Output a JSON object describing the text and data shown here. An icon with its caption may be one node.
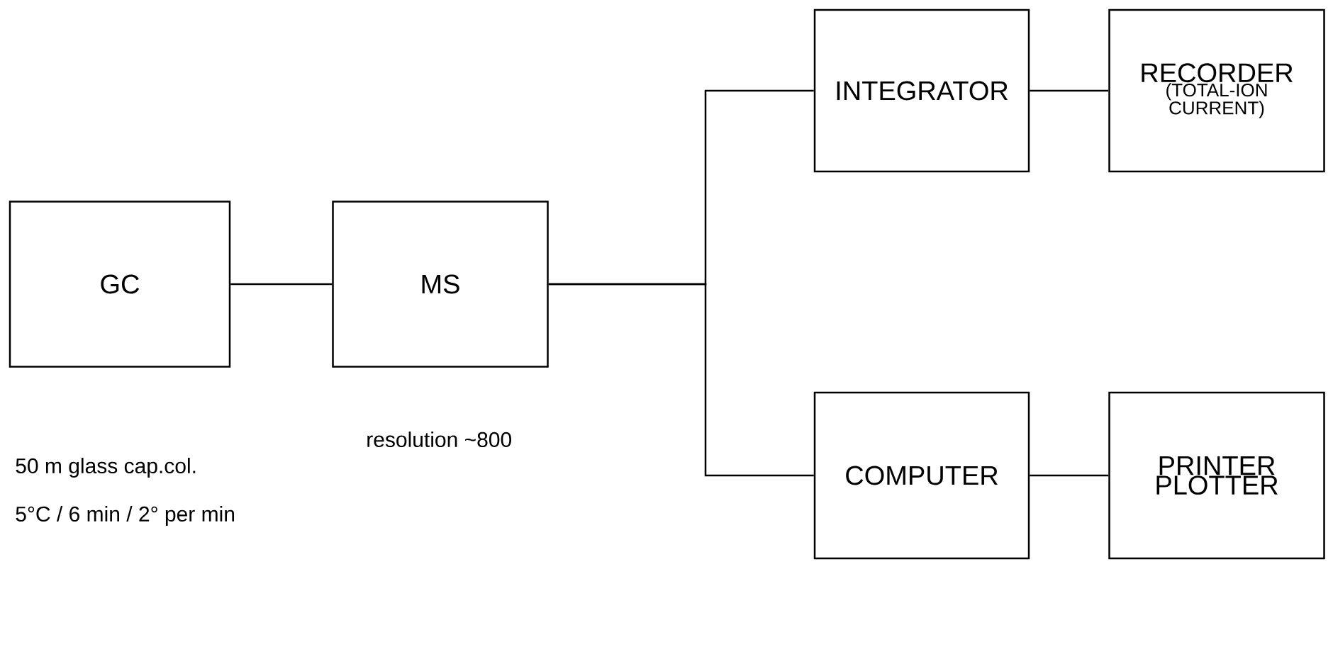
{
  "diagram": {
    "nodes": [
      {
        "text": [
          "GC"
        ],
        "beside": [
          "50 m glass cap.col.",
          "5°C / 6 min / 2° per min"
        ]
      },
      {
        "text": [
          "MS"
        ],
        "beside": [
          "resolution ~800"
        ]
      },
      {
        "text": [
          "INTEGRATOR"
        ]
      },
      {
        "text": [
          "RECORDER",
          "(TOTAL-ION CURRENT)"
        ]
      },
      {
        "text": [
          "COMPUTER"
        ]
      },
      {
        "text": [
          "PRINTER PLOTTER"
        ]
      }
    ],
    "edges": [
      {
        "from": 0,
        "to": 1,
        "arrow": "none"
      },
      {
        "from": 1,
        "to": 2,
        "arrow": "none"
      },
      {
        "from": 1,
        "to": 4,
        "arrow": "none"
      },
      {
        "from": 2,
        "to": 3,
        "arrow": "none"
      },
      {
        "from": 4,
        "to": 5,
        "arrow": "none"
      }
    ]
  }
}
